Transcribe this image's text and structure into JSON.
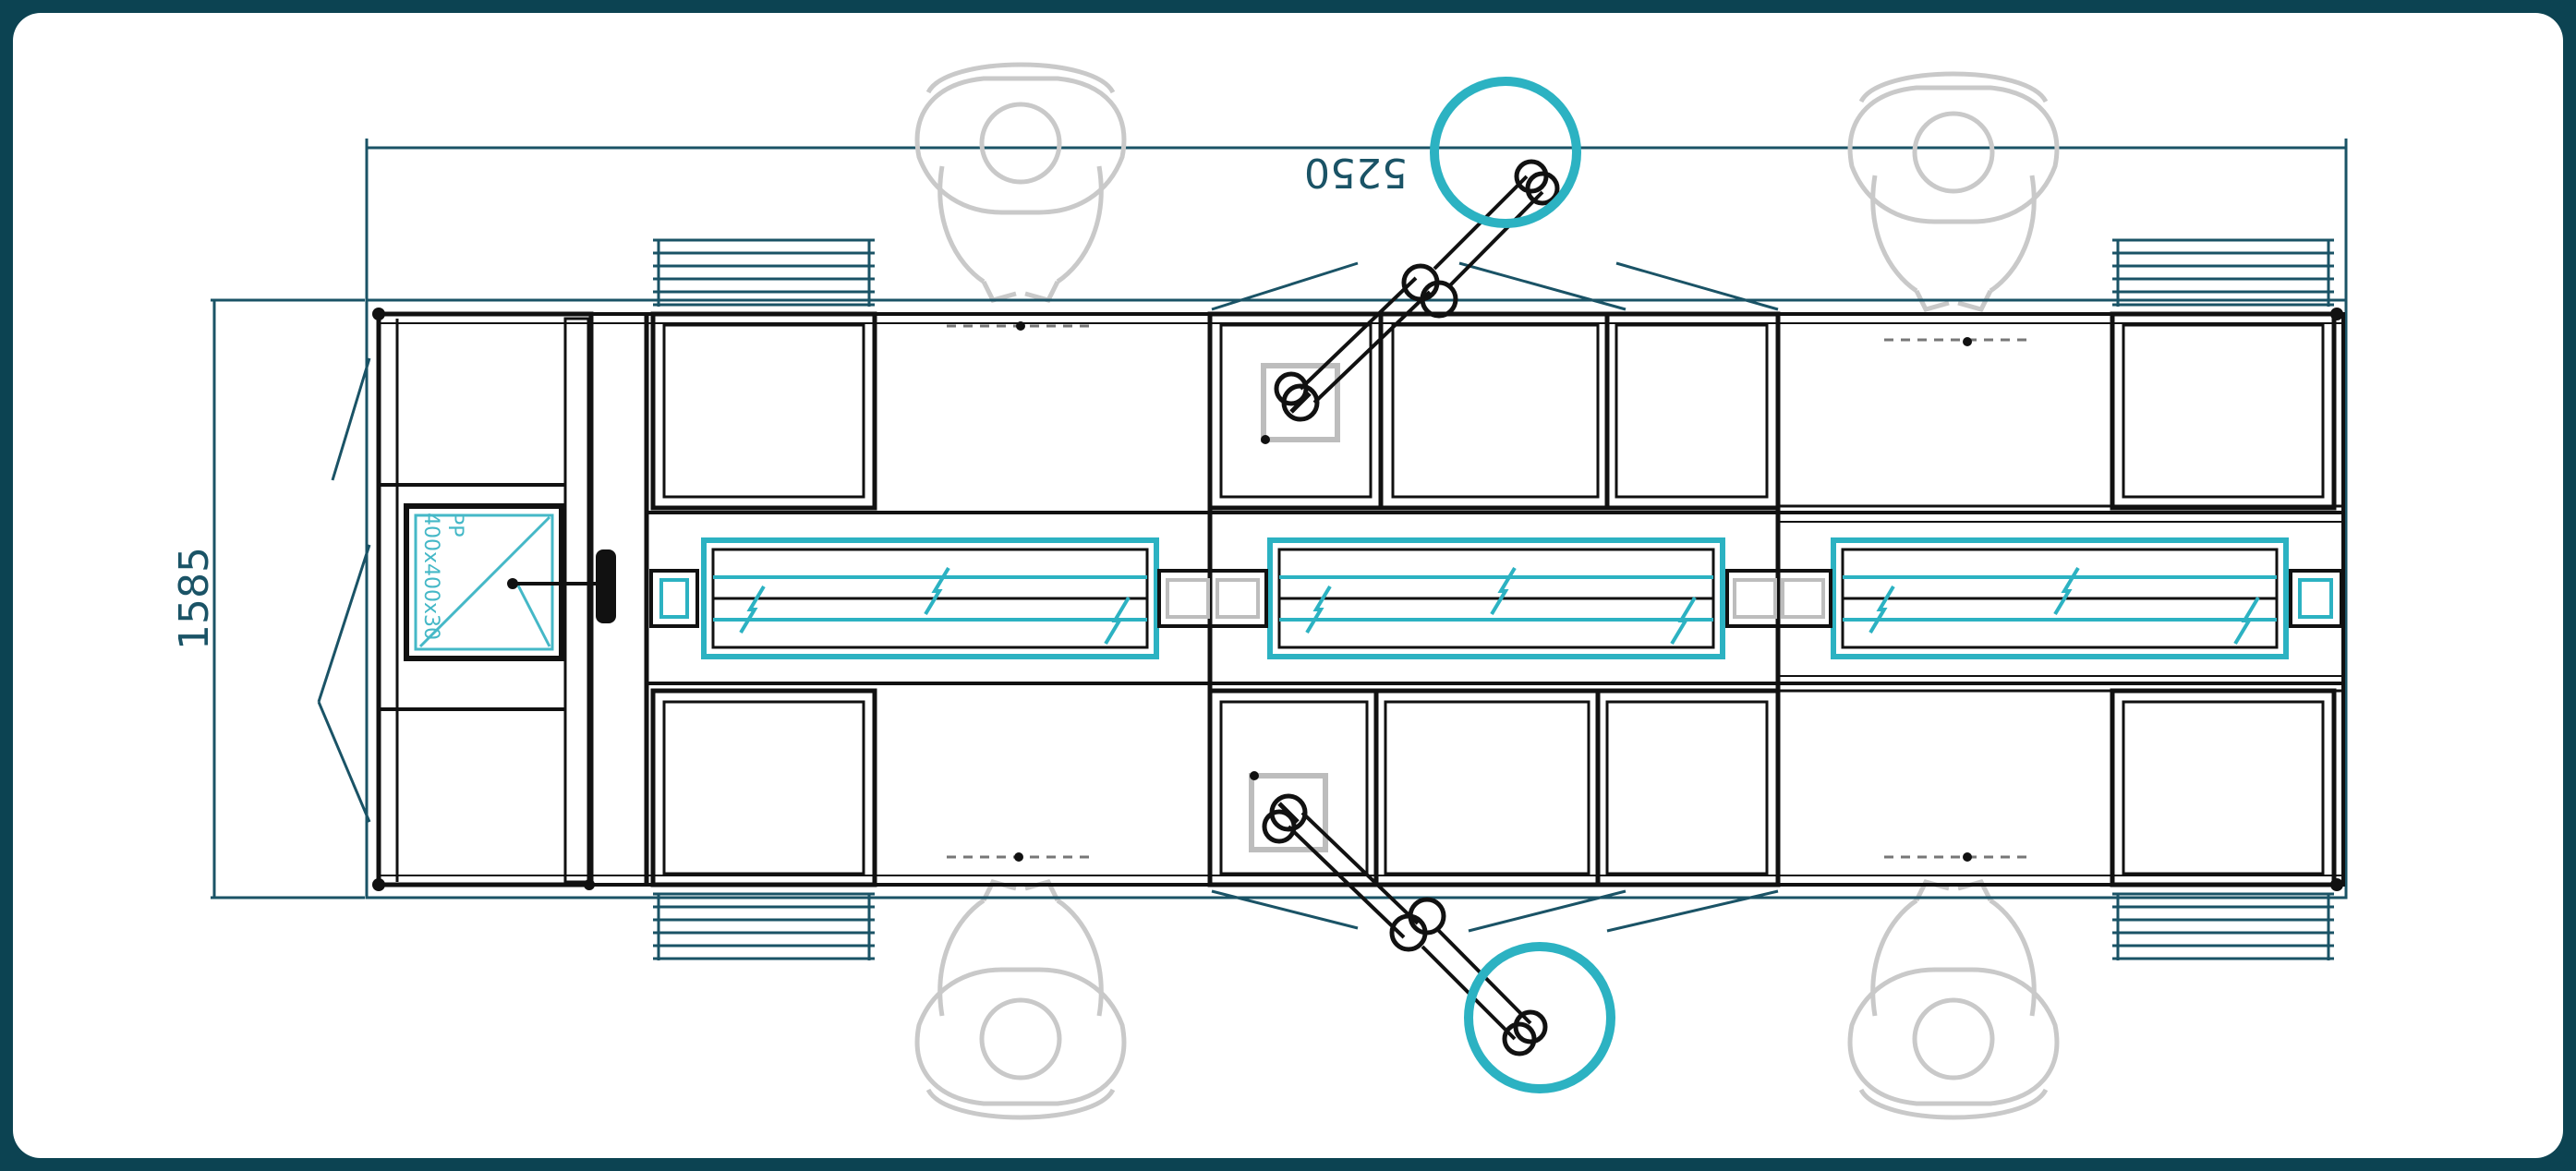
{
  "dimensions": {
    "length": "5250",
    "width": "1585"
  },
  "labels": {
    "tray_material": "PP",
    "tray_size": "400x400x30"
  },
  "colors": {
    "background_frame": "#0c4352",
    "canvas": "#ffffff",
    "dimension_line": "#1a5366",
    "accent_teal": "#2cb2c2",
    "label_cyan": "#45b8c7",
    "outline": "#111111",
    "operator_gray": "#c9c9c9"
  },
  "icons": {
    "robot": "robot-arm-icon",
    "operator": "operator-topview-icon",
    "sink": "sink-icon"
  }
}
